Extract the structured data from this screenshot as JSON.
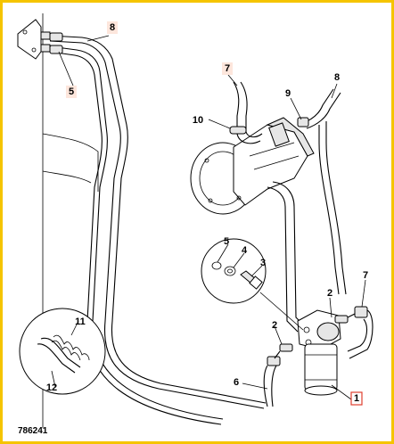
{
  "figure": {
    "number": "786241"
  },
  "callouts": [
    {
      "id": "c8a",
      "label": "8",
      "highlighted": true
    },
    {
      "id": "c5a",
      "label": "5",
      "highlighted": true
    },
    {
      "id": "c7a",
      "label": "7",
      "highlighted": true
    },
    {
      "id": "c9",
      "label": "9",
      "highlighted": false
    },
    {
      "id": "c8b",
      "label": "8",
      "highlighted": false
    },
    {
      "id": "c10",
      "label": "10",
      "highlighted": false
    },
    {
      "id": "c5b",
      "label": "5",
      "highlighted": false
    },
    {
      "id": "c4",
      "label": "4",
      "highlighted": false
    },
    {
      "id": "c3",
      "label": "3",
      "highlighted": false
    },
    {
      "id": "c2a",
      "label": "2",
      "highlighted": false
    },
    {
      "id": "c7b",
      "label": "7",
      "highlighted": false
    },
    {
      "id": "c2b",
      "label": "2",
      "highlighted": false
    },
    {
      "id": "c11",
      "label": "11",
      "highlighted": false
    },
    {
      "id": "c6",
      "label": "6",
      "highlighted": false
    },
    {
      "id": "c12",
      "label": "12",
      "highlighted": false
    },
    {
      "id": "c1",
      "label": "1",
      "highlighted": true
    }
  ],
  "colors": {
    "frame": "#f5c400",
    "highlight_fill": "#fde6dc",
    "highlight_border": "#e04030",
    "line": "#000000"
  }
}
